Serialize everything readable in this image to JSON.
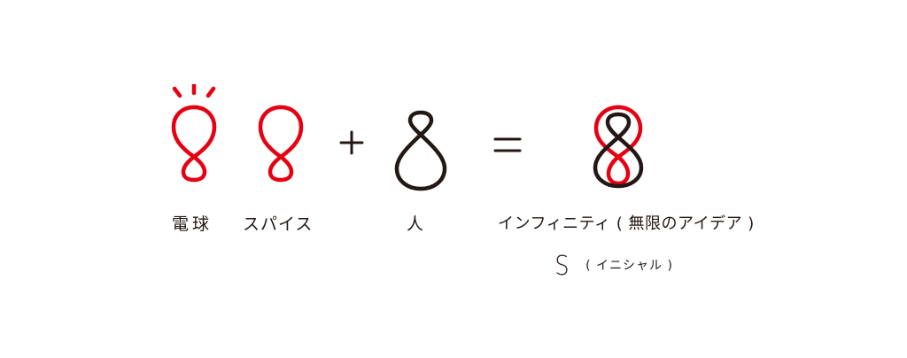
{
  "colors": {
    "accent": "#e60012",
    "ink": "#231815"
  },
  "labels": {
    "bulb": "電球",
    "spice": "スパイス",
    "person": "人",
    "infinity": "インフィニティ ( 無限のアイデア )"
  },
  "initial": {
    "letter": "S",
    "note": "( イニシャル )"
  },
  "operators": {
    "plus": "+",
    "equals": "="
  }
}
